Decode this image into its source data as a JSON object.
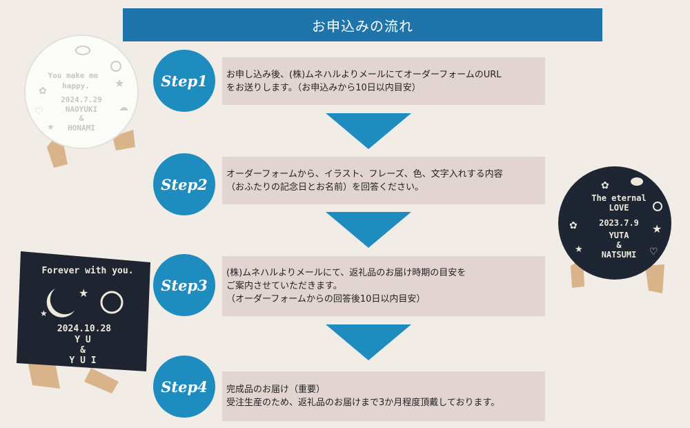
{
  "header": {
    "title": "お申込みの流れ"
  },
  "steps": [
    {
      "label": "Step1",
      "lines": [
        "お申し込み後、(株)ムネハルよりメールにてオーダーフォームのURL",
        "をお送りします。（お申込みから10日以内目安）"
      ]
    },
    {
      "label": "Step2",
      "lines": [
        "オーダーフォームから、イラスト、フレーズ、色、文字入れする内容",
        "（おふたりの記念日とお名前）を回答ください。"
      ]
    },
    {
      "label": "Step3",
      "lines": [
        "(株)ムネハルよりメールにて、返礼品のお届け時期の目安を",
        "ご案内させていただきます。",
        "（オーダーフォームからの回答後10日以内目安）"
      ]
    },
    {
      "label": "Step4",
      "lines": [
        "完成品のお届け（重要）",
        "受注生産のため、返礼品のお届けまで3か月程度頂戴しております。"
      ]
    }
  ],
  "products": {
    "white_coaster": {
      "lines": [
        "You make me",
        "happy.",
        "2024.7.29",
        "NAOYUKI",
        "&",
        "HONAMI"
      ]
    },
    "dark_square": {
      "lines": [
        "Forever with you.",
        "2024.10.28",
        "Y U",
        "&",
        "Y U I"
      ]
    },
    "dark_round": {
      "lines": [
        "The eternal",
        "LOVE",
        "2023.7.9",
        "YUTA",
        "&",
        "NATSUMI"
      ]
    }
  }
}
